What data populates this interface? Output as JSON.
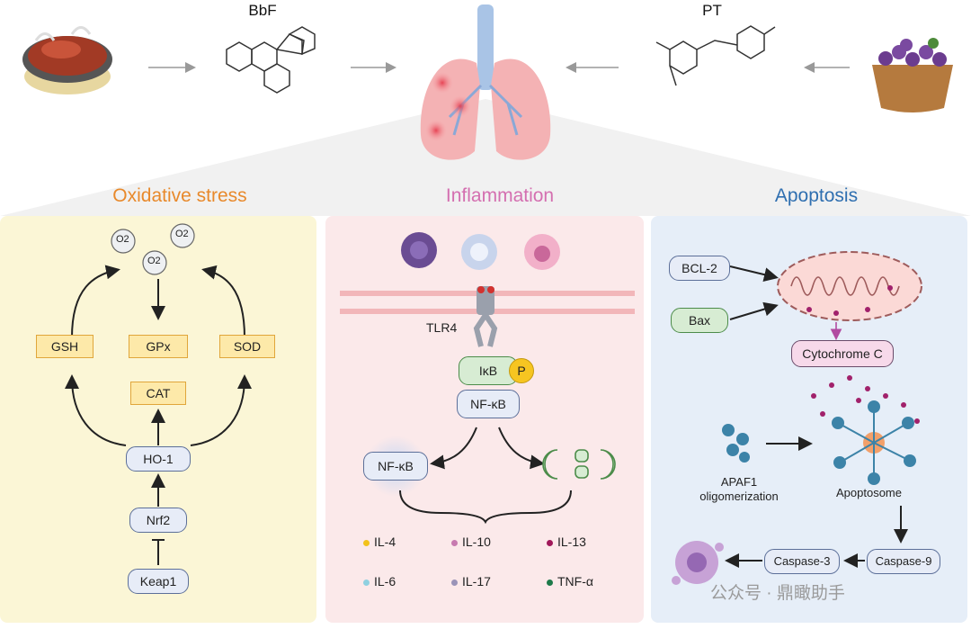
{
  "header": {
    "left_compound_label": "BbF",
    "right_compound_label": "PT"
  },
  "sections": {
    "oxidative": {
      "title": "Oxidative stress",
      "color": "#e8892b"
    },
    "inflammation": {
      "title": "Inflammation",
      "color": "#d46fb0"
    },
    "apoptosis": {
      "title": "Apoptosis",
      "color": "#2f6fb0"
    }
  },
  "oxidative_panel": {
    "radical_label": "O2",
    "nodes": {
      "gsh": "GSH",
      "gpx": "GPx",
      "sod": "SOD",
      "cat": "CAT",
      "ho1": "HO-1",
      "nrf2": "Nrf2",
      "keap1": "Keap1"
    }
  },
  "inflammation_panel": {
    "receptor": "TLR4",
    "ikb": "IκB",
    "phospho": "P",
    "nfkb_complex": "NF-κB",
    "nfkb_free": "NF-κB",
    "cytokines": [
      {
        "label": "IL-4",
        "color": "#f2c21b"
      },
      {
        "label": "IL-10",
        "color": "#c77ab0"
      },
      {
        "label": "IL-13",
        "color": "#a0185a"
      },
      {
        "label": "IL-6",
        "color": "#8fd0e0"
      },
      {
        "label": "IL-17",
        "color": "#9a93b8"
      },
      {
        "label": "TNF-α",
        "color": "#1e7a4a"
      }
    ]
  },
  "apoptosis_panel": {
    "bcl2": "BCL-2",
    "bax": "Bax",
    "cytochrome": "Cytochrome C",
    "apaf1": "APAF1 oligomerization",
    "apoptosome": "Apoptosome",
    "caspase9": "Caspase-9",
    "caspase3": "Caspase-3"
  },
  "watermark": "公众号 · 鼎瞰助手"
}
